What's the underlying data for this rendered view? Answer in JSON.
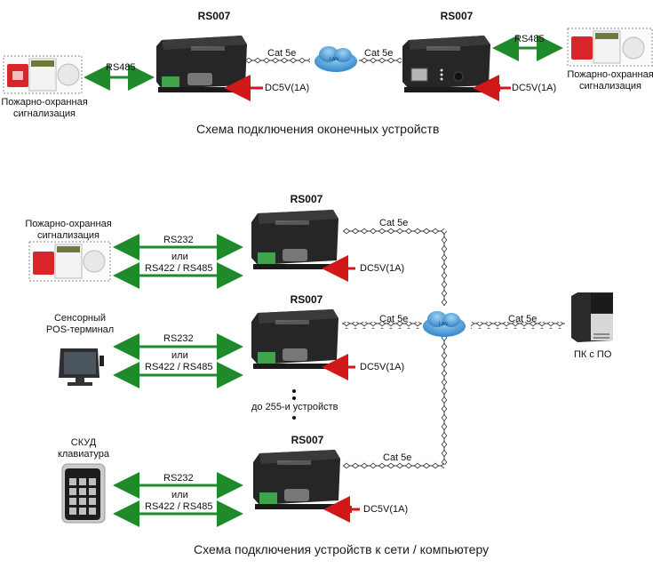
{
  "colors": {
    "link_arrow": "#1e8a2a",
    "power_arrow": "#d01818",
    "device_body": "#2b2b2b",
    "cloud": "#3f9ad8",
    "cable": "#555555"
  },
  "top_section": {
    "caption": "Схема подключения оконечных устройств",
    "left_device": {
      "model": "RS007",
      "power": "DC5V(1A)"
    },
    "right_device": {
      "model": "RS007",
      "power": "DC5V(1A)"
    },
    "left_peripheral": {
      "label_line1": "Пожарно-охранная",
      "label_line2": "сигнализация"
    },
    "right_peripheral": {
      "label_line1": "Пожарно-охранная",
      "label_line2": "сигнализация"
    },
    "left_link": "RS485",
    "right_link": "RS485",
    "cable_left": "Cat 5e",
    "cable_right": "Cat 5e",
    "cloud_label": "LAN"
  },
  "bottom_section": {
    "caption": "Схема подключения устройств к сети / компьютеру",
    "rows": [
      {
        "model": "RS007",
        "power": "DC5V(1A)",
        "peripheral_line1": "Пожарно-охранная",
        "peripheral_line2": "сигнализация",
        "link_top": "RS232",
        "link_or": "или",
        "link_bottom": "RS422 / RS485",
        "cable": "Cat 5e"
      },
      {
        "model": "RS007",
        "power": "DC5V(1A)",
        "peripheral_line1": "Сенсорный",
        "peripheral_line2": "POS-терминал",
        "link_top": "RS232",
        "link_or": "или",
        "link_bottom": "RS422 / RS485",
        "cable": "Cat 5e"
      },
      {
        "model": "RS007",
        "power": "DC5V(1A)",
        "peripheral_line1": "СКУД",
        "peripheral_line2": "клавиатура",
        "link_top": "RS232",
        "link_or": "или",
        "link_bottom": "RS422 / RS485",
        "cable": "Cat 5e"
      }
    ],
    "more_devices": "до 255-и устройств",
    "cloud_label": "LAN",
    "pc_cable": "Cat 5e",
    "pc_label": "ПК с ПО"
  }
}
